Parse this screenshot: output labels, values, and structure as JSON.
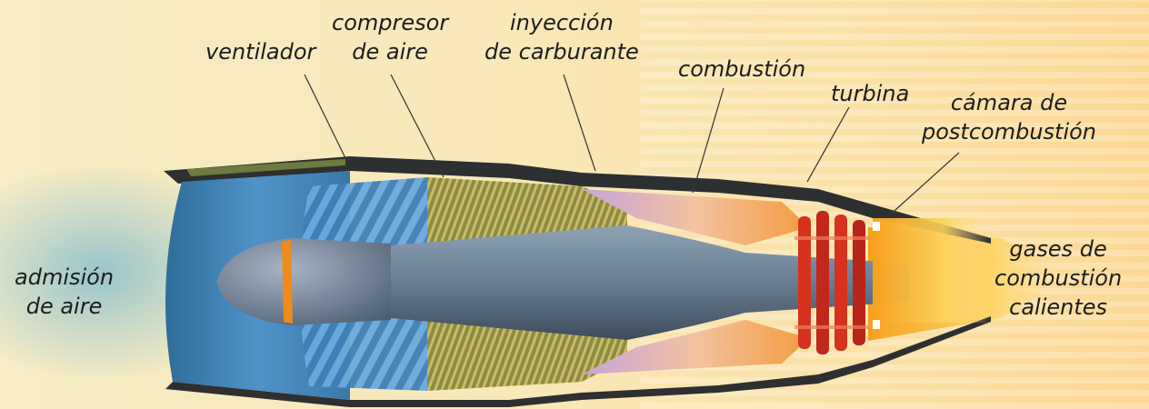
{
  "labels": {
    "ventilador": [
      "ventilador"
    ],
    "compresor": [
      "compresor",
      "de aire"
    ],
    "inyeccion": [
      "inyección",
      "de carburante"
    ],
    "combustion": [
      "combustión"
    ],
    "turbina": [
      "turbina"
    ],
    "postcombustion": [
      "cámara de",
      "postcombustión"
    ],
    "admision": [
      "admisión",
      "de aire"
    ],
    "gases": [
      "gases de",
      "combustión",
      "calientes"
    ]
  },
  "colors": {
    "casing": "#2e2f30",
    "fan_blades": "#4f8fc8",
    "compressor_blades": "#b2a548",
    "combustion_flame": "#f1b07a",
    "turbine": "#d6321d",
    "exhaust": "#f6b326",
    "intake_air": "#78b9cf"
  }
}
